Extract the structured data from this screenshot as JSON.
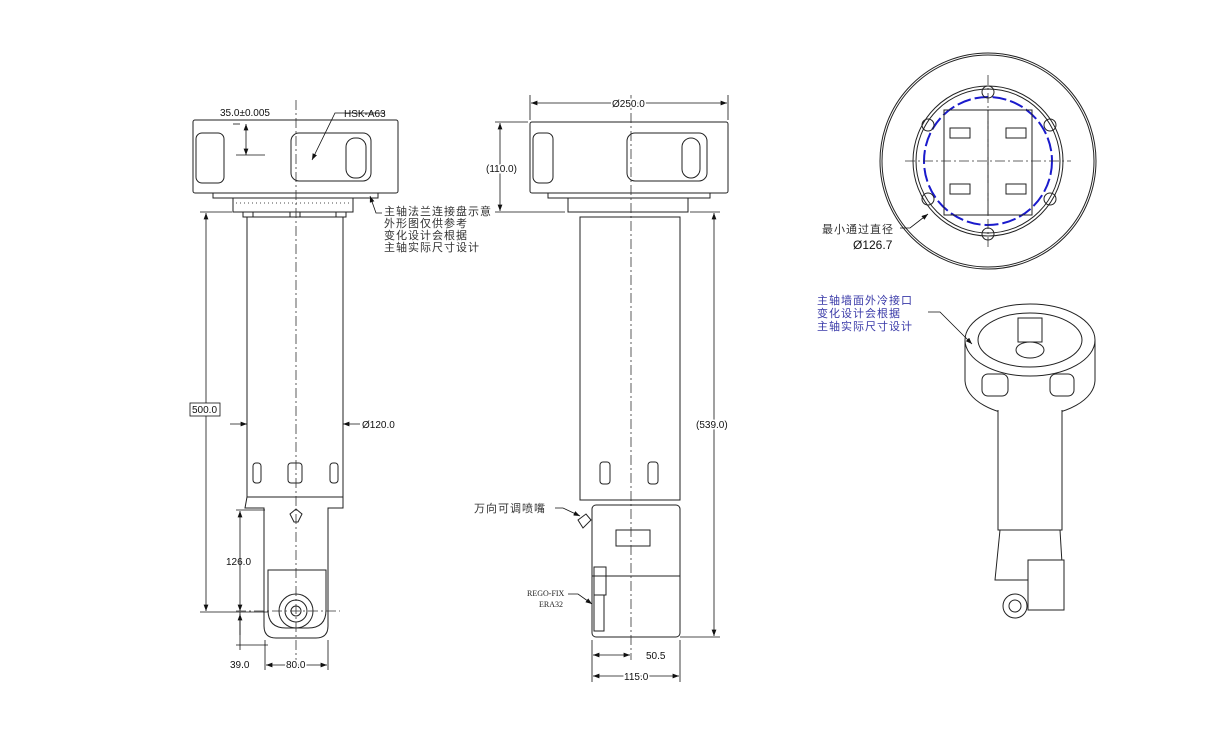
{
  "left_view": {
    "tolerance_dim": "35.0±0.005",
    "tool_interface": "HSK-A63",
    "flange_note": [
      "主轴法兰连接盘示意",
      "外形图仅供参考",
      "变化设计会根据",
      "主轴实际尺寸设计"
    ],
    "length_dim": "500.0",
    "tube_diameter": "Ø120.0",
    "head_height": "126.0",
    "offset_dim": "39.0",
    "head_width": "80.0"
  },
  "middle_view": {
    "outer_diameter": "Ø250.0",
    "box_height": "(110.0)",
    "total_length": "(539.0)",
    "nozzle_label": "万向可调喷嘴",
    "collet_label": [
      "REGO-FIX",
      "ERA32"
    ],
    "center_offset": "50.5",
    "head_width": "115.0"
  },
  "top_view": {
    "min_bore_label": "最小通过直径",
    "min_bore_value": "Ø126.7",
    "accent_color": "#1a1acc"
  },
  "iso_view": {
    "coolant_note": [
      "主轴墙面外冷接口",
      "变化设计会根据",
      "主轴实际尺寸设计"
    ]
  }
}
